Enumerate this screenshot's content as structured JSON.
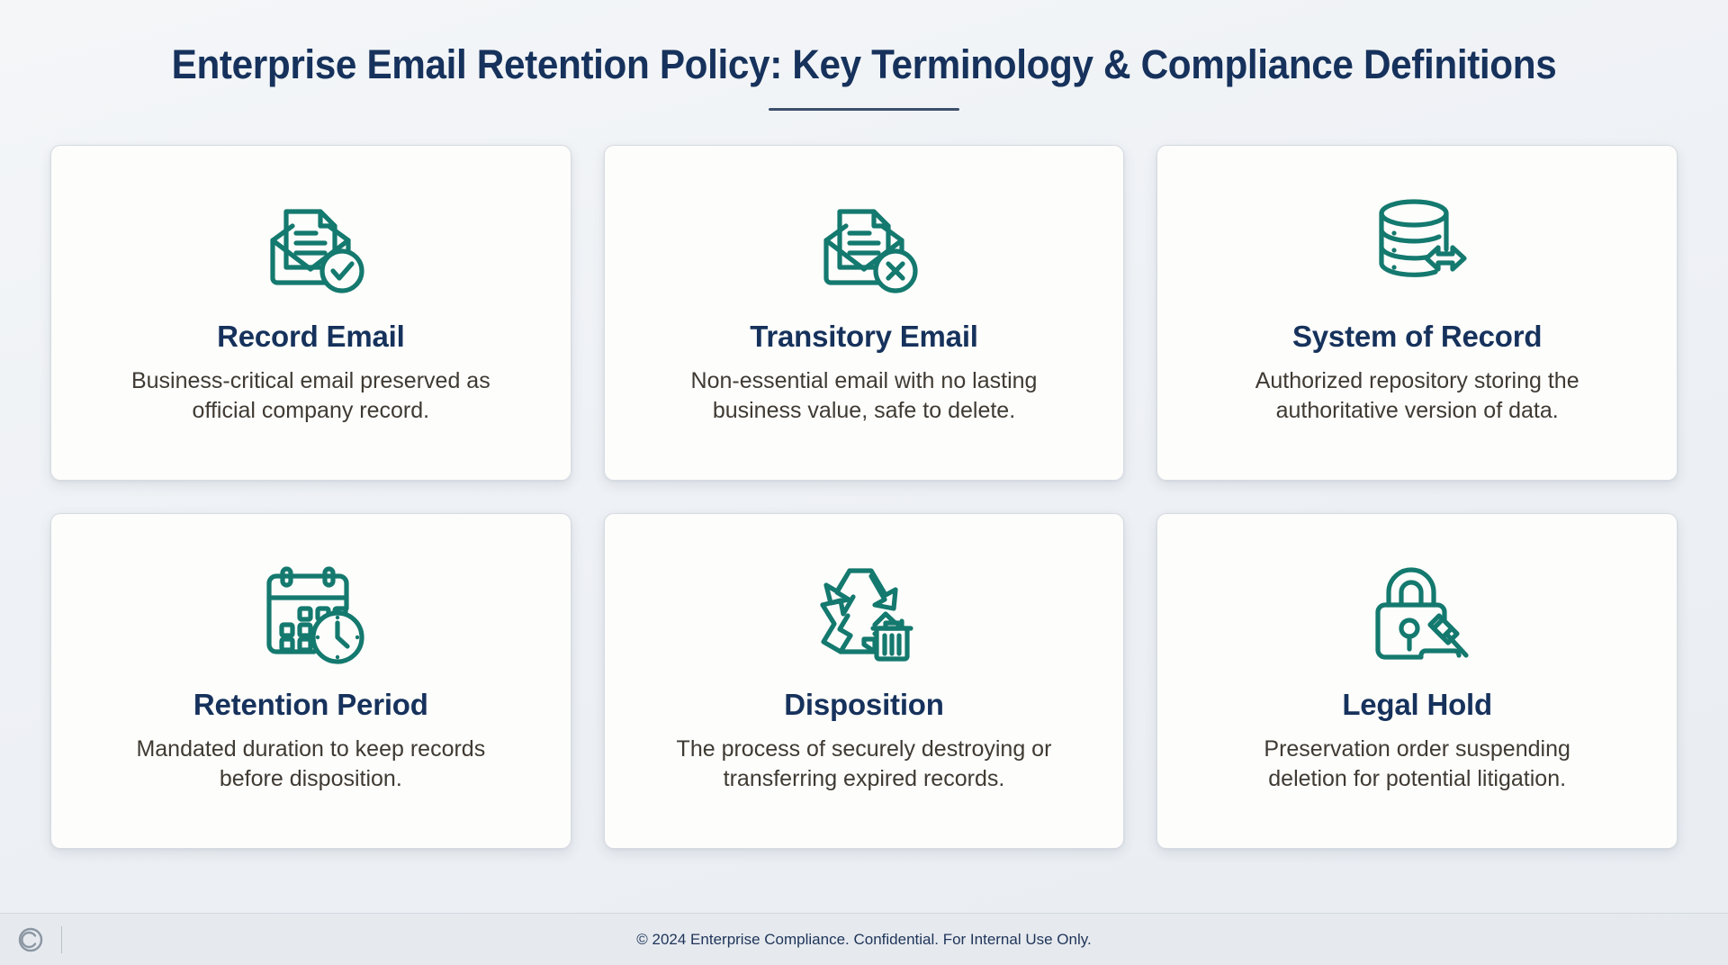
{
  "header": {
    "title": "Enterprise Email Retention Policy: Key Terminology & Compliance Definitions",
    "accent_rule_color": "#3c4f6b"
  },
  "theme": {
    "title_navy": "#16325c",
    "icon_teal": "#14796e",
    "body_text": "#3f3a33",
    "card_bg": "#fdfdfb",
    "card_border": "#d6dbe2",
    "page_bg": "#eef1f5",
    "footer_bg": "#e6eaef"
  },
  "cards": [
    {
      "icon": "envelope-document-check-icon",
      "title": "Record Email",
      "desc": "Business-critical email preserved as official company record."
    },
    {
      "icon": "envelope-document-x-icon",
      "title": "Transitory Email",
      "desc": "Non-essential email with no lasting business value, safe to delete."
    },
    {
      "icon": "database-exchange-icon",
      "title": "System of Record",
      "desc": "Authorized repository storing the authoritative version of data."
    },
    {
      "icon": "calendar-clock-icon",
      "title": "Retention Period",
      "desc": "Mandated duration to keep records before disposition."
    },
    {
      "icon": "recycle-trash-icon",
      "title": "Disposition",
      "desc": "The process of securely destroying or transferring expired records."
    },
    {
      "icon": "padlock-gavel-icon",
      "title": "Legal Hold",
      "desc": "Preservation order suspending deletion for potential litigation."
    }
  ],
  "footer": {
    "logo": "copyright-c-logo",
    "text": "© 2024 Enterprise Compliance. Confidential. For Internal Use Only."
  }
}
